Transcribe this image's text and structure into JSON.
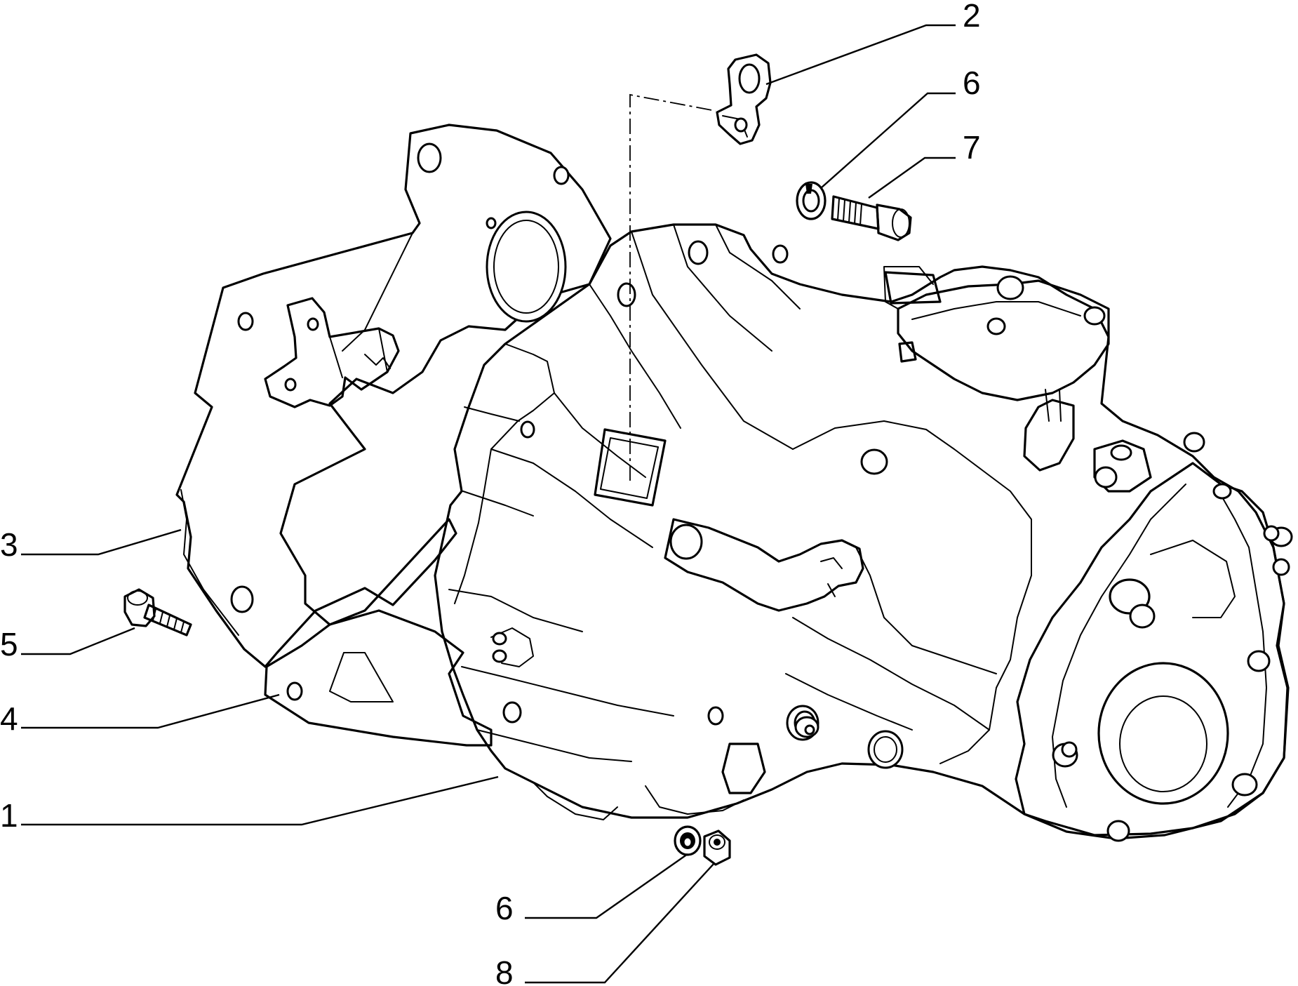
{
  "diagram": {
    "callouts": [
      {
        "id": "c3",
        "label": "3"
      },
      {
        "id": "c5",
        "label": "5"
      },
      {
        "id": "c4",
        "label": "4"
      },
      {
        "id": "c1",
        "label": "1"
      },
      {
        "id": "c2",
        "label": "2"
      },
      {
        "id": "c6a",
        "label": "6"
      },
      {
        "id": "c7",
        "label": "7"
      },
      {
        "id": "c6b",
        "label": "6"
      },
      {
        "id": "c8",
        "label": "8"
      }
    ]
  }
}
